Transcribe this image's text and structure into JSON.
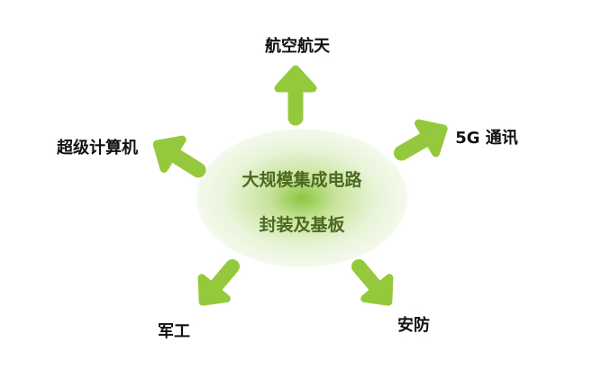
{
  "colors": {
    "arrow": "#95c93d",
    "hub_text": "#4b6a1f",
    "label": "#111111"
  },
  "center": {
    "line1": "大规模集成电路",
    "line2": "封装及基板"
  },
  "applications": [
    {
      "label": "航空航天",
      "direction": "up"
    },
    {
      "label": "5G 通讯",
      "direction": "upper-right"
    },
    {
      "label": "超级计算机",
      "direction": "upper-left"
    },
    {
      "label": "军工",
      "direction": "lower-left"
    },
    {
      "label": "安防",
      "direction": "lower-right"
    }
  ]
}
